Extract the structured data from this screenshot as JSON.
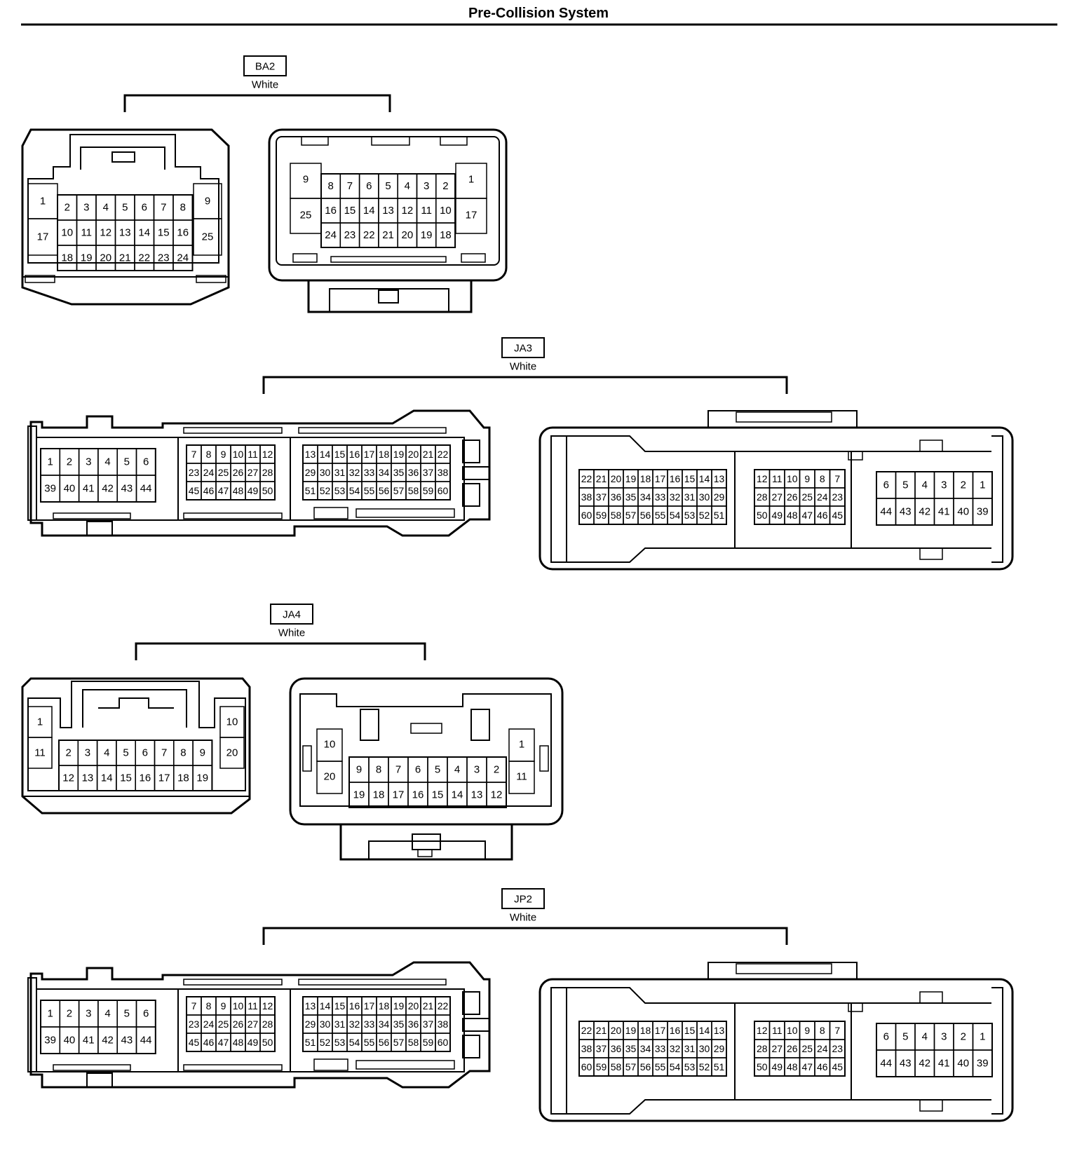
{
  "title": "Pre-Collision System",
  "colors": {
    "line": "#000000",
    "background": "#ffffff"
  },
  "connectors": [
    {
      "id": "BA2",
      "code": "BA2",
      "color_label": "White",
      "left_view": {
        "side_top": [
          "1"
        ],
        "side_bottom": [
          "17"
        ],
        "rows": [
          [
            "2",
            "3",
            "4",
            "5",
            "6",
            "7",
            "8"
          ],
          [
            "10",
            "11",
            "12",
            "13",
            "14",
            "15",
            "16"
          ],
          [
            "18",
            "19",
            "20",
            "21",
            "22",
            "23",
            "24"
          ]
        ],
        "side2_top": [
          "9"
        ],
        "side2_bottom": [
          "25"
        ]
      },
      "right_view": {
        "side_top": [
          "9"
        ],
        "side_bottom": [
          "25"
        ],
        "rows": [
          [
            "8",
            "7",
            "6",
            "5",
            "4",
            "3",
            "2"
          ],
          [
            "16",
            "15",
            "14",
            "13",
            "12",
            "11",
            "10"
          ],
          [
            "24",
            "23",
            "22",
            "21",
            "20",
            "19",
            "18"
          ]
        ],
        "side2_top": [
          "1"
        ],
        "side2_bottom": [
          "17"
        ]
      }
    },
    {
      "id": "JA3",
      "code": "JA3",
      "color_label": "White",
      "left_view": {
        "block_a": [
          [
            "1",
            "2",
            "3",
            "4",
            "5",
            "6"
          ],
          [
            "39",
            "40",
            "41",
            "42",
            "43",
            "44"
          ]
        ],
        "block_b": [
          [
            "7",
            "8",
            "9",
            "10",
            "11",
            "12"
          ],
          [
            "23",
            "24",
            "25",
            "26",
            "27",
            "28"
          ],
          [
            "45",
            "46",
            "47",
            "48",
            "49",
            "50"
          ]
        ],
        "block_c": [
          [
            "13",
            "14",
            "15",
            "16",
            "17",
            "18",
            "19",
            "20",
            "21",
            "22"
          ],
          [
            "29",
            "30",
            "31",
            "32",
            "33",
            "34",
            "35",
            "36",
            "37",
            "38"
          ],
          [
            "51",
            "52",
            "53",
            "54",
            "55",
            "56",
            "57",
            "58",
            "59",
            "60"
          ]
        ]
      },
      "right_view": {
        "block_a": [
          [
            "22",
            "21",
            "20",
            "19",
            "18",
            "17",
            "16",
            "15",
            "14",
            "13"
          ],
          [
            "38",
            "37",
            "36",
            "35",
            "34",
            "33",
            "32",
            "31",
            "30",
            "29"
          ],
          [
            "60",
            "59",
            "58",
            "57",
            "56",
            "55",
            "54",
            "53",
            "52",
            "51"
          ]
        ],
        "block_b": [
          [
            "12",
            "11",
            "10",
            "9",
            "8",
            "7"
          ],
          [
            "28",
            "27",
            "26",
            "25",
            "24",
            "23"
          ],
          [
            "50",
            "49",
            "48",
            "47",
            "46",
            "45"
          ]
        ],
        "block_c": [
          [
            "6",
            "5",
            "4",
            "3",
            "2",
            "1"
          ],
          [
            "44",
            "43",
            "42",
            "41",
            "40",
            "39"
          ]
        ]
      }
    },
    {
      "id": "JA4",
      "code": "JA4",
      "color_label": "White",
      "left_view": {
        "side": [
          [
            "1"
          ],
          [
            "11"
          ]
        ],
        "rows": [
          [
            "2",
            "3",
            "4",
            "5",
            "6",
            "7",
            "8",
            "9"
          ],
          [
            "12",
            "13",
            "14",
            "15",
            "16",
            "17",
            "18",
            "19"
          ]
        ],
        "side2": [
          [
            "10"
          ],
          [
            "20"
          ]
        ]
      },
      "right_view": {
        "side": [
          [
            "10"
          ],
          [
            "20"
          ]
        ],
        "rows": [
          [
            "9",
            "8",
            "7",
            "6",
            "5",
            "4",
            "3",
            "2"
          ],
          [
            "19",
            "18",
            "17",
            "16",
            "15",
            "14",
            "13",
            "12"
          ]
        ],
        "side2": [
          [
            "1"
          ],
          [
            "11"
          ]
        ]
      }
    },
    {
      "id": "JP2",
      "code": "JP2",
      "color_label": "White",
      "left_view": {
        "block_a": [
          [
            "1",
            "2",
            "3",
            "4",
            "5",
            "6"
          ],
          [
            "39",
            "40",
            "41",
            "42",
            "43",
            "44"
          ]
        ],
        "block_b": [
          [
            "7",
            "8",
            "9",
            "10",
            "11",
            "12"
          ],
          [
            "23",
            "24",
            "25",
            "26",
            "27",
            "28"
          ],
          [
            "45",
            "46",
            "47",
            "48",
            "49",
            "50"
          ]
        ],
        "block_c": [
          [
            "13",
            "14",
            "15",
            "16",
            "17",
            "18",
            "19",
            "20",
            "21",
            "22"
          ],
          [
            "29",
            "30",
            "31",
            "32",
            "33",
            "34",
            "35",
            "36",
            "37",
            "38"
          ],
          [
            "51",
            "52",
            "53",
            "54",
            "55",
            "56",
            "57",
            "58",
            "59",
            "60"
          ]
        ]
      },
      "right_view": {
        "block_a": [
          [
            "22",
            "21",
            "20",
            "19",
            "18",
            "17",
            "16",
            "15",
            "14",
            "13"
          ],
          [
            "38",
            "37",
            "36",
            "35",
            "34",
            "33",
            "32",
            "31",
            "30",
            "29"
          ],
          [
            "60",
            "59",
            "58",
            "57",
            "56",
            "55",
            "54",
            "53",
            "52",
            "51"
          ]
        ],
        "block_b": [
          [
            "12",
            "11",
            "10",
            "9",
            "8",
            "7"
          ],
          [
            "28",
            "27",
            "26",
            "25",
            "24",
            "23"
          ],
          [
            "50",
            "49",
            "48",
            "47",
            "46",
            "45"
          ]
        ],
        "block_c": [
          [
            "6",
            "5",
            "4",
            "3",
            "2",
            "1"
          ],
          [
            "44",
            "43",
            "42",
            "41",
            "40",
            "39"
          ]
        ]
      }
    }
  ]
}
